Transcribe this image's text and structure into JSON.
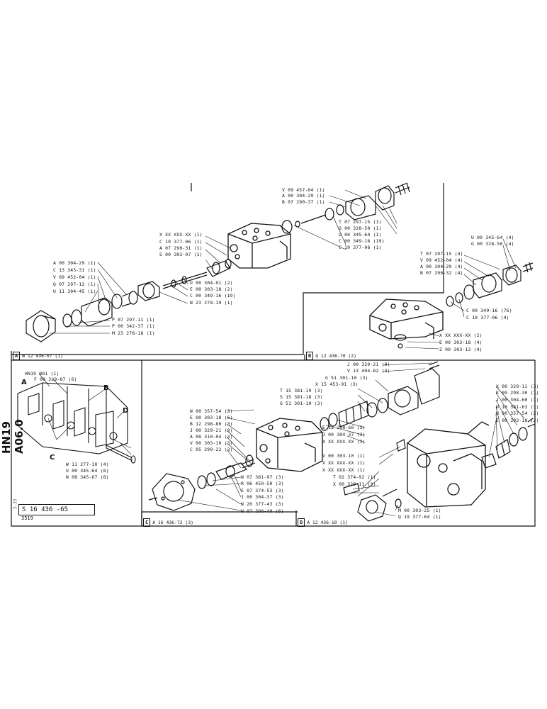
{
  "doc": {
    "sheet_title": "HN19 A06.0",
    "side_small": "7-77",
    "ref_number": "S 16 436 -65",
    "ref_sub": "3519"
  },
  "panels": {
    "A": {
      "letter": "A",
      "code": "W 12 436-07 (1)"
    },
    "B": {
      "letter": "B",
      "code": "Q 12 436-70 (2)"
    },
    "C": {
      "letter": "C",
      "code": "A 16 436-72 (3)"
    },
    "D": {
      "letter": "D",
      "code": "A 12 436-10 (1)"
    }
  },
  "overview": {
    "letters": [
      "A",
      "B",
      "C",
      "D"
    ],
    "labels": [
      "HN19 B01 (1)",
      "F 00 329-87 (6)",
      "W 11 277-10 (4)",
      "U 00 345-64 (8)",
      "N 08 345-67 (8)"
    ]
  },
  "labels_A": [
    "V 09 457-04 (1)",
    "A 00 304-29 (1)",
    "B 07 290-37 (1)",
    "T 07 297-15 (1)",
    "G 00 328-50 (1)",
    "U 00 345-64 (1)",
    "C 00 349-16 (19)",
    "C 19 377-06 (1)",
    "X XX XXX-XX (1)",
    "C 19 377-06 (1)",
    "A 07 290-31 (1)",
    "S 00 303-07 (1)",
    "A 00 304-29 (1)",
    "C 13 345-31 (1)",
    "V 09 452-04 (1)",
    "Q 07 297-12 (1)",
    "U 11 304-45 (1)",
    "U 00 304-01 (2)",
    "E 00 303-18 (2)",
    "C 00 349-16 (19)",
    "N 23 278-19 (1)",
    "P 07 297-11 (1)",
    "P 00 342-37 (1)",
    "M 23 278-18 (1)"
  ],
  "labels_B": [
    "U 00 345-64 (4)",
    "G 00 328-50 (4)",
    "T 07 297-15 (4)",
    "V 09 452-04 (4)",
    "A 00 304-29 (4)",
    "B 07 290-32 (4)",
    "C 00 349-16 (76)",
    "C 19 377-06 (4)",
    "X XX XXX-XX (2)",
    "E 00 303-18 (4)",
    "Z 00 303-13 (4)"
  ],
  "labels_C": [
    "J 00 329-21 (9)",
    "V 13 404-82 (3)",
    "G 51 301-10 (3)",
    "X 15 453-91 (3)",
    "T 15 381-19 (3)",
    "S 15 381-18 (3)",
    "G 51 301-10 (3)",
    "E 12 298-60 (3)",
    "J 00 304-37 (3)",
    "X XX XXX-XX (3)",
    "N 00 357-54 (3)",
    "E 00 303-18 (6)",
    "B 12 298-80 (3)",
    "J 00 329-21 (9)",
    "A 00 310-04 (3)",
    "V 00 303-10 (3)",
    "C 05 299-22 (3)",
    "N 07 381-97 (3)",
    "R 06 450-50 (3)",
    "E 07 374-53 (3)",
    "J 00 304-37 (3)",
    "N 20 377-43 (3)",
    "W 07 300-40 (6)"
  ],
  "labels_D": [
    "X 00 329-11 (3)",
    "K 09 298-30 (1)",
    "J 00 304-60 (1)",
    "N 10 381-63 (1)",
    "N 00 357-54 (2)",
    "E 00 303-18 (2)",
    "V 00 303-10 (1)",
    "X XX XXX-XX (1)",
    "X XX XXX-XX (1)",
    "T 02 374-92 (1)",
    "X 00 329-11 (3)",
    "M 00 303-25 (1)",
    "Q 19 377-64 (1)"
  ]
}
